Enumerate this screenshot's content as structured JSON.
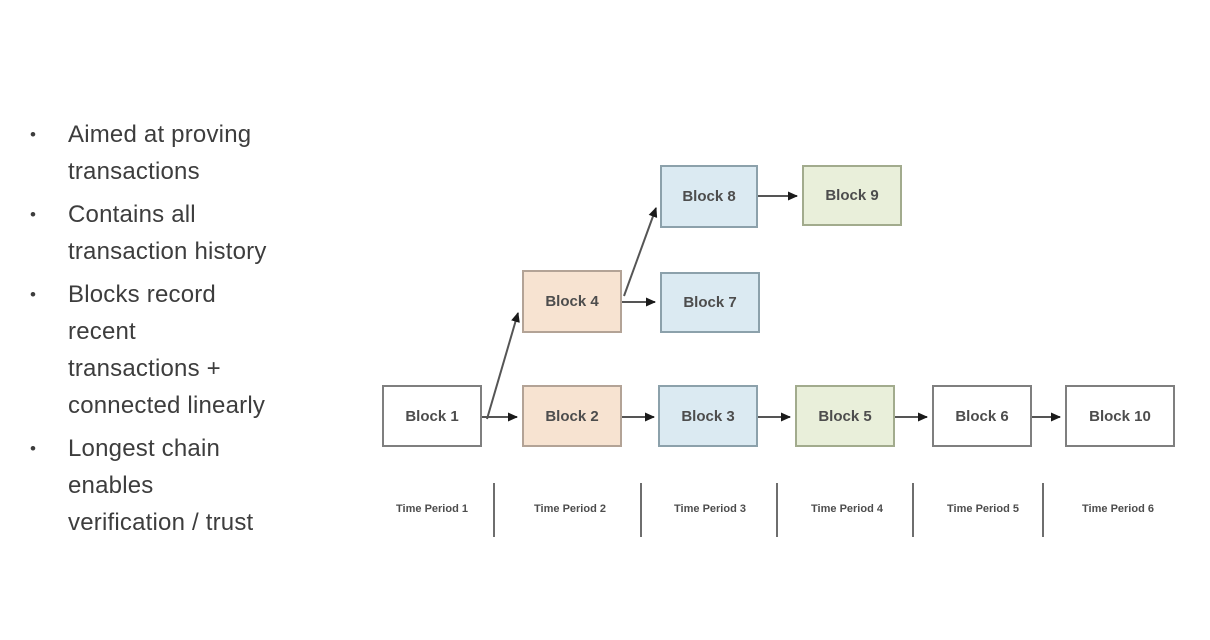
{
  "slide": {
    "bullets": [
      "Aimed at proving\ntransactions",
      "Contains all\ntransaction history",
      "Blocks record\nrecent\ntransactions +\nconnected linearly",
      "Longest chain\nenables\nverification / trust"
    ]
  },
  "diagram": {
    "blocks": [
      {
        "label": "Block 1",
        "color": "white"
      },
      {
        "label": "Block 2",
        "color": "peach"
      },
      {
        "label": "Block 3",
        "color": "blue"
      },
      {
        "label": "Block 4",
        "color": "peach"
      },
      {
        "label": "Block 5",
        "color": "green"
      },
      {
        "label": "Block 6",
        "color": "white"
      },
      {
        "label": "Block 7",
        "color": "blue"
      },
      {
        "label": "Block 8",
        "color": "blue"
      },
      {
        "label": "Block 9",
        "color": "green"
      },
      {
        "label": "Block 10",
        "color": "white"
      }
    ],
    "edges": [
      {
        "from": "Block 1",
        "to": "Block 2"
      },
      {
        "from": "Block 2",
        "to": "Block 3"
      },
      {
        "from": "Block 3",
        "to": "Block 5"
      },
      {
        "from": "Block 5",
        "to": "Block 6"
      },
      {
        "from": "Block 6",
        "to": "Block 10"
      },
      {
        "from": "Block 1",
        "to": "Block 4"
      },
      {
        "from": "Block 4",
        "to": "Block 7"
      },
      {
        "from": "Block 4",
        "to": "Block 8"
      },
      {
        "from": "Block 8",
        "to": "Block 9"
      }
    ],
    "time_periods": [
      "Time Period 1",
      "Time Period 2",
      "Time Period 3",
      "Time Period 4",
      "Time Period 5",
      "Time Period 6"
    ],
    "palette": {
      "white_block": "#ffffff",
      "peach_block": "#f7e3d1",
      "blue_block": "#dbeaf2",
      "green_block": "#e9efda",
      "line": "#555555",
      "text": "#3d3d3d"
    }
  }
}
